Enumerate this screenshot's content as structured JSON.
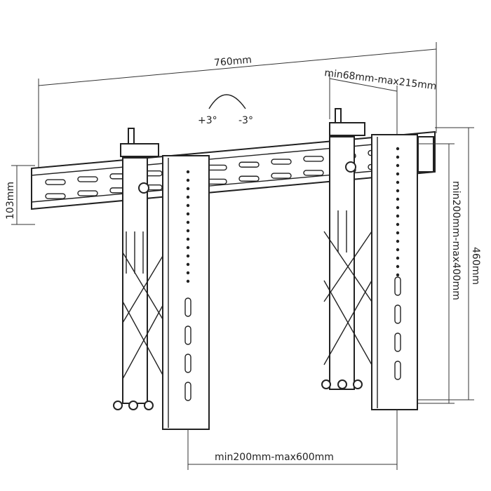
{
  "dimensions": {
    "total_width": "760mm",
    "rail_height": "103mm",
    "arm_offset": "min68mm-max215mm",
    "total_height": "460mm",
    "vertical_range": "min200mm-max400mm",
    "horizontal_range": "min200mm-max600mm"
  },
  "tilt": {
    "plus": "+3°",
    "minus": "-3°"
  }
}
